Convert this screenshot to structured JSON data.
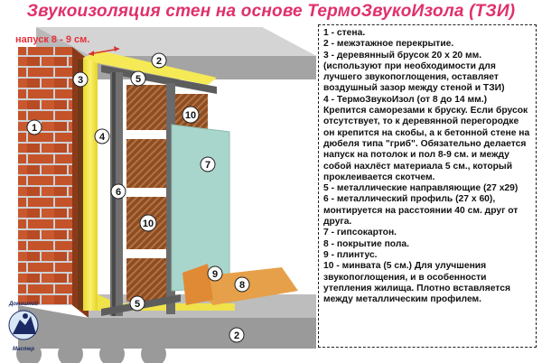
{
  "title": "Звукоизоляция стен на основе ТермоЗвукоИзола (ТЗИ)",
  "overlap_label": "напуск 8 - 9 см.",
  "markers": [
    {
      "id": "m1",
      "label": "1"
    },
    {
      "id": "m2a",
      "label": "2"
    },
    {
      "id": "m2b",
      "label": "2"
    },
    {
      "id": "m3",
      "label": "3"
    },
    {
      "id": "m4",
      "label": "4"
    },
    {
      "id": "m5a",
      "label": "5"
    },
    {
      "id": "m5b",
      "label": "5"
    },
    {
      "id": "m6",
      "label": "6"
    },
    {
      "id": "m7",
      "label": "7"
    },
    {
      "id": "m8",
      "label": "8"
    },
    {
      "id": "m9",
      "label": "9"
    },
    {
      "id": "m10a",
      "label": "10"
    },
    {
      "id": "m10b",
      "label": "10"
    }
  ],
  "legend": [
    "1 - стена.",
    "2 - межэтажное перекрытие.",
    "3 - деревянный брусок 20 х 20 мм. (используют при необходимости для лучшего звукопоглощения, оставляет воздушный зазор между стеной и ТЗИ)",
    "4 - ТермоЗвукоИзол (от 8 до 14 мм.) Крепится саморезами к бруску. Если брусок отсутствует, то к деревянной перегородке он крепится на скобы, а к бетонной стене на дюбеля типа \"гриб\". Обязательно делается напуск на потолок и пол 8-9 см. и между собой нахлёст материала 5 см., который проклеивается скотчем.",
    "5 - металлические направляющие (27 х29)",
    "6 - металлический профиль (27 х 60), монтируется на расстоянии 40 см. друг от друга.",
    "7 - гипсокартон.",
    "8 - покрытие пола.",
    "9 - плинтус.",
    "10 - минвата (5 см.) Для улучшения звукопоглощения, и в особенности утепления жилища. Плотно вставляется между металлическим профилем."
  ],
  "logo": {
    "top_text": "Домашний",
    "bottom_text": "Мастер"
  },
  "colors": {
    "title": "#e0306a",
    "brick": "#c4532a",
    "insulation": "#f2e64a",
    "drywall": "#a9d6cc",
    "mineral_wool": "#8a4a22",
    "floor": "#e6a04a",
    "concrete": "#9a9a9a"
  }
}
